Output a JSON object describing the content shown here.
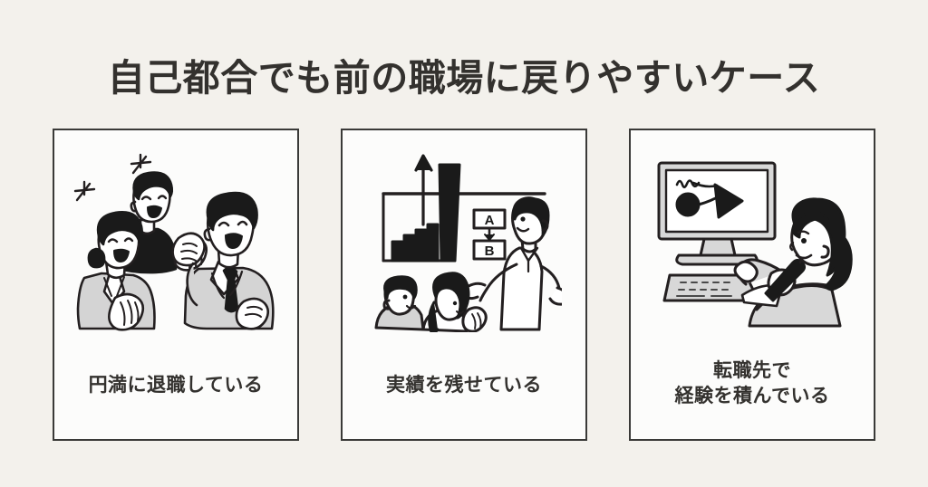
{
  "page": {
    "background_color": "#f3f1ec",
    "text_color": "#33312e",
    "card_background": "#fcfcfb",
    "card_border_color": "#3a3a38"
  },
  "header": {
    "title": "自己都合でも前の職場に戻りやすいケース"
  },
  "cards": [
    {
      "id": "card-1",
      "caption": "円満に退職している",
      "caption_lines": [
        "円満に退職している"
      ],
      "illustration_name": "three-people-applauding-illustration",
      "illustration_description": "笑顔で拍手する女性・男性とガッツポーズをするスーツ姿の男性"
    },
    {
      "id": "card-2",
      "caption": "実績を残せている",
      "caption_lines": [
        "実績を残せている"
      ],
      "illustration_name": "presentation-bar-chart-illustration",
      "illustration_description": "右肩上がりの棒グラフとA→B図を示してプレゼンする男性と聴衆",
      "chart_labels": [
        "A",
        "B"
      ]
    },
    {
      "id": "card-3",
      "caption": "転職先で経験を積んでいる",
      "caption_lines": [
        "転職先で",
        "経験を積んでいる"
      ],
      "illustration_name": "woman-at-computer-illustration",
      "illustration_description": "パソコンのモニターとキーボードに向かって作業する女性"
    }
  ]
}
